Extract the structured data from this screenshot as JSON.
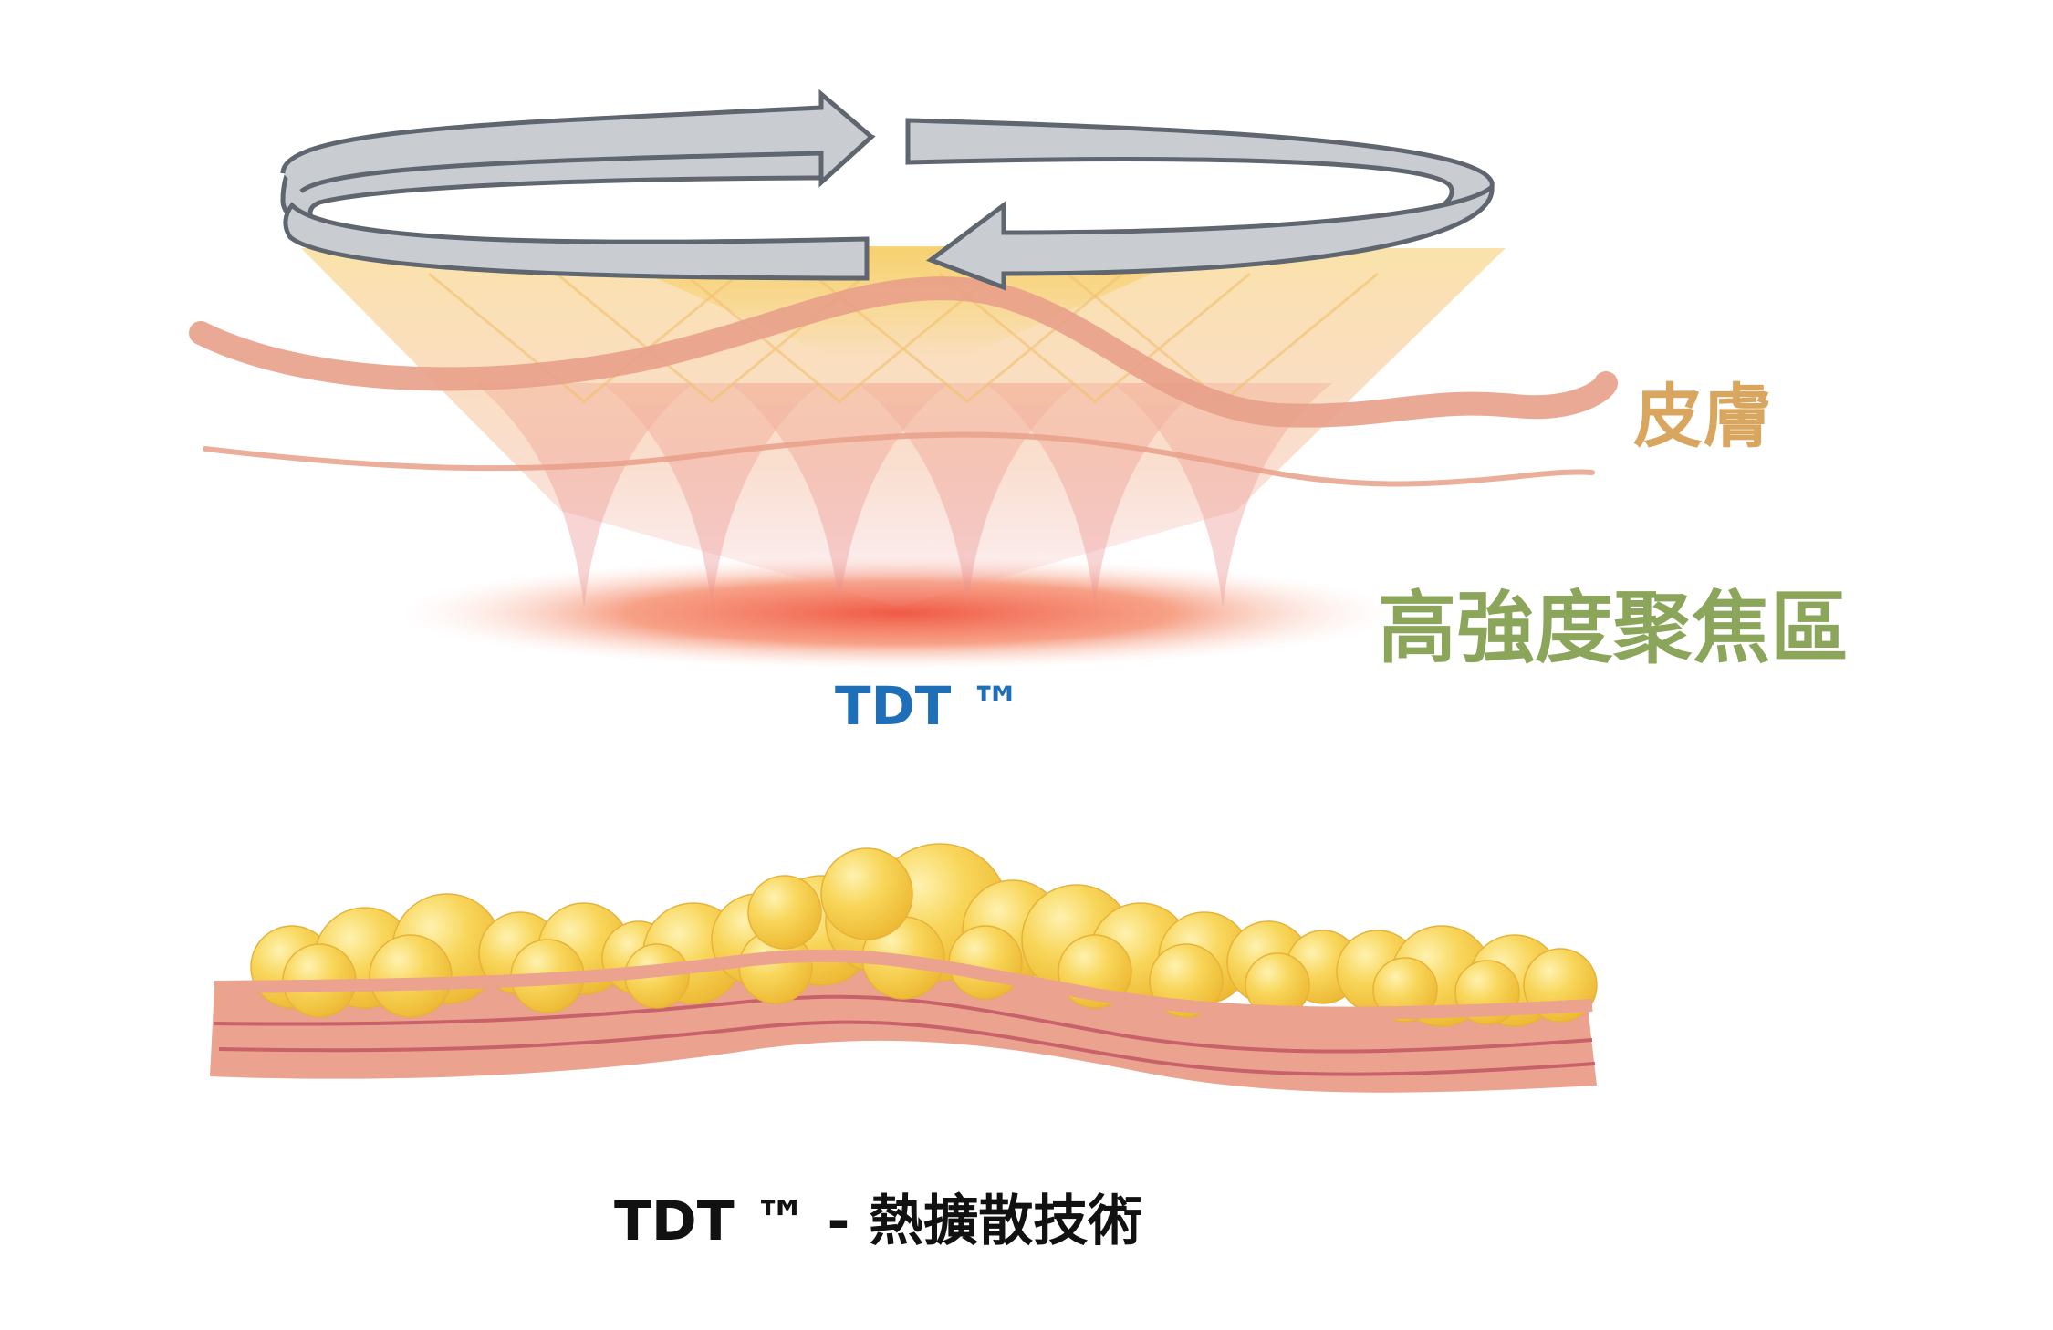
{
  "labels": {
    "skin": "皮膚",
    "focus_zone": "高強度聚焦區",
    "tdt_top": "TDT ™",
    "caption": "TDT ™ -  熱擴散技術"
  },
  "colors": {
    "skin_label": "#D9A65F",
    "focus_label": "#8BA65A",
    "tdt_blue": "#1E6FB8",
    "skin_band": "#E8A08A",
    "fat": "#F5C842",
    "heat": "#F26A4E",
    "arrow_fill": "#C9CCD1",
    "arrow_stroke": "#5F6670"
  },
  "icons": {
    "rotation": "rotation-arrows-icon"
  }
}
